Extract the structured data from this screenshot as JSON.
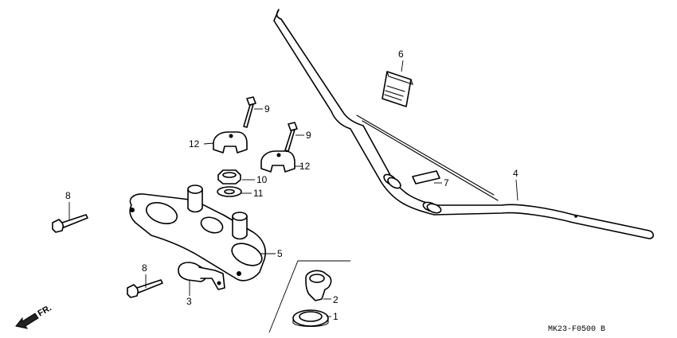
{
  "callouts": [
    {
      "id": "c1",
      "text": "1"
    },
    {
      "id": "c2",
      "text": "2"
    },
    {
      "id": "c3",
      "text": "3"
    },
    {
      "id": "c4",
      "text": "4"
    },
    {
      "id": "c5",
      "text": "5"
    },
    {
      "id": "c6",
      "text": "6"
    },
    {
      "id": "c7",
      "text": "7"
    },
    {
      "id": "c8a",
      "text": "8"
    },
    {
      "id": "c8b",
      "text": "8"
    },
    {
      "id": "c9a",
      "text": "9"
    },
    {
      "id": "c9b",
      "text": "9"
    },
    {
      "id": "c10",
      "text": "10"
    },
    {
      "id": "c11",
      "text": "11"
    },
    {
      "id": "c12a",
      "text": "12"
    },
    {
      "id": "c12b",
      "text": "12"
    }
  ],
  "direction_label": "FR.",
  "diagram_code": "MK23-F0500 B"
}
